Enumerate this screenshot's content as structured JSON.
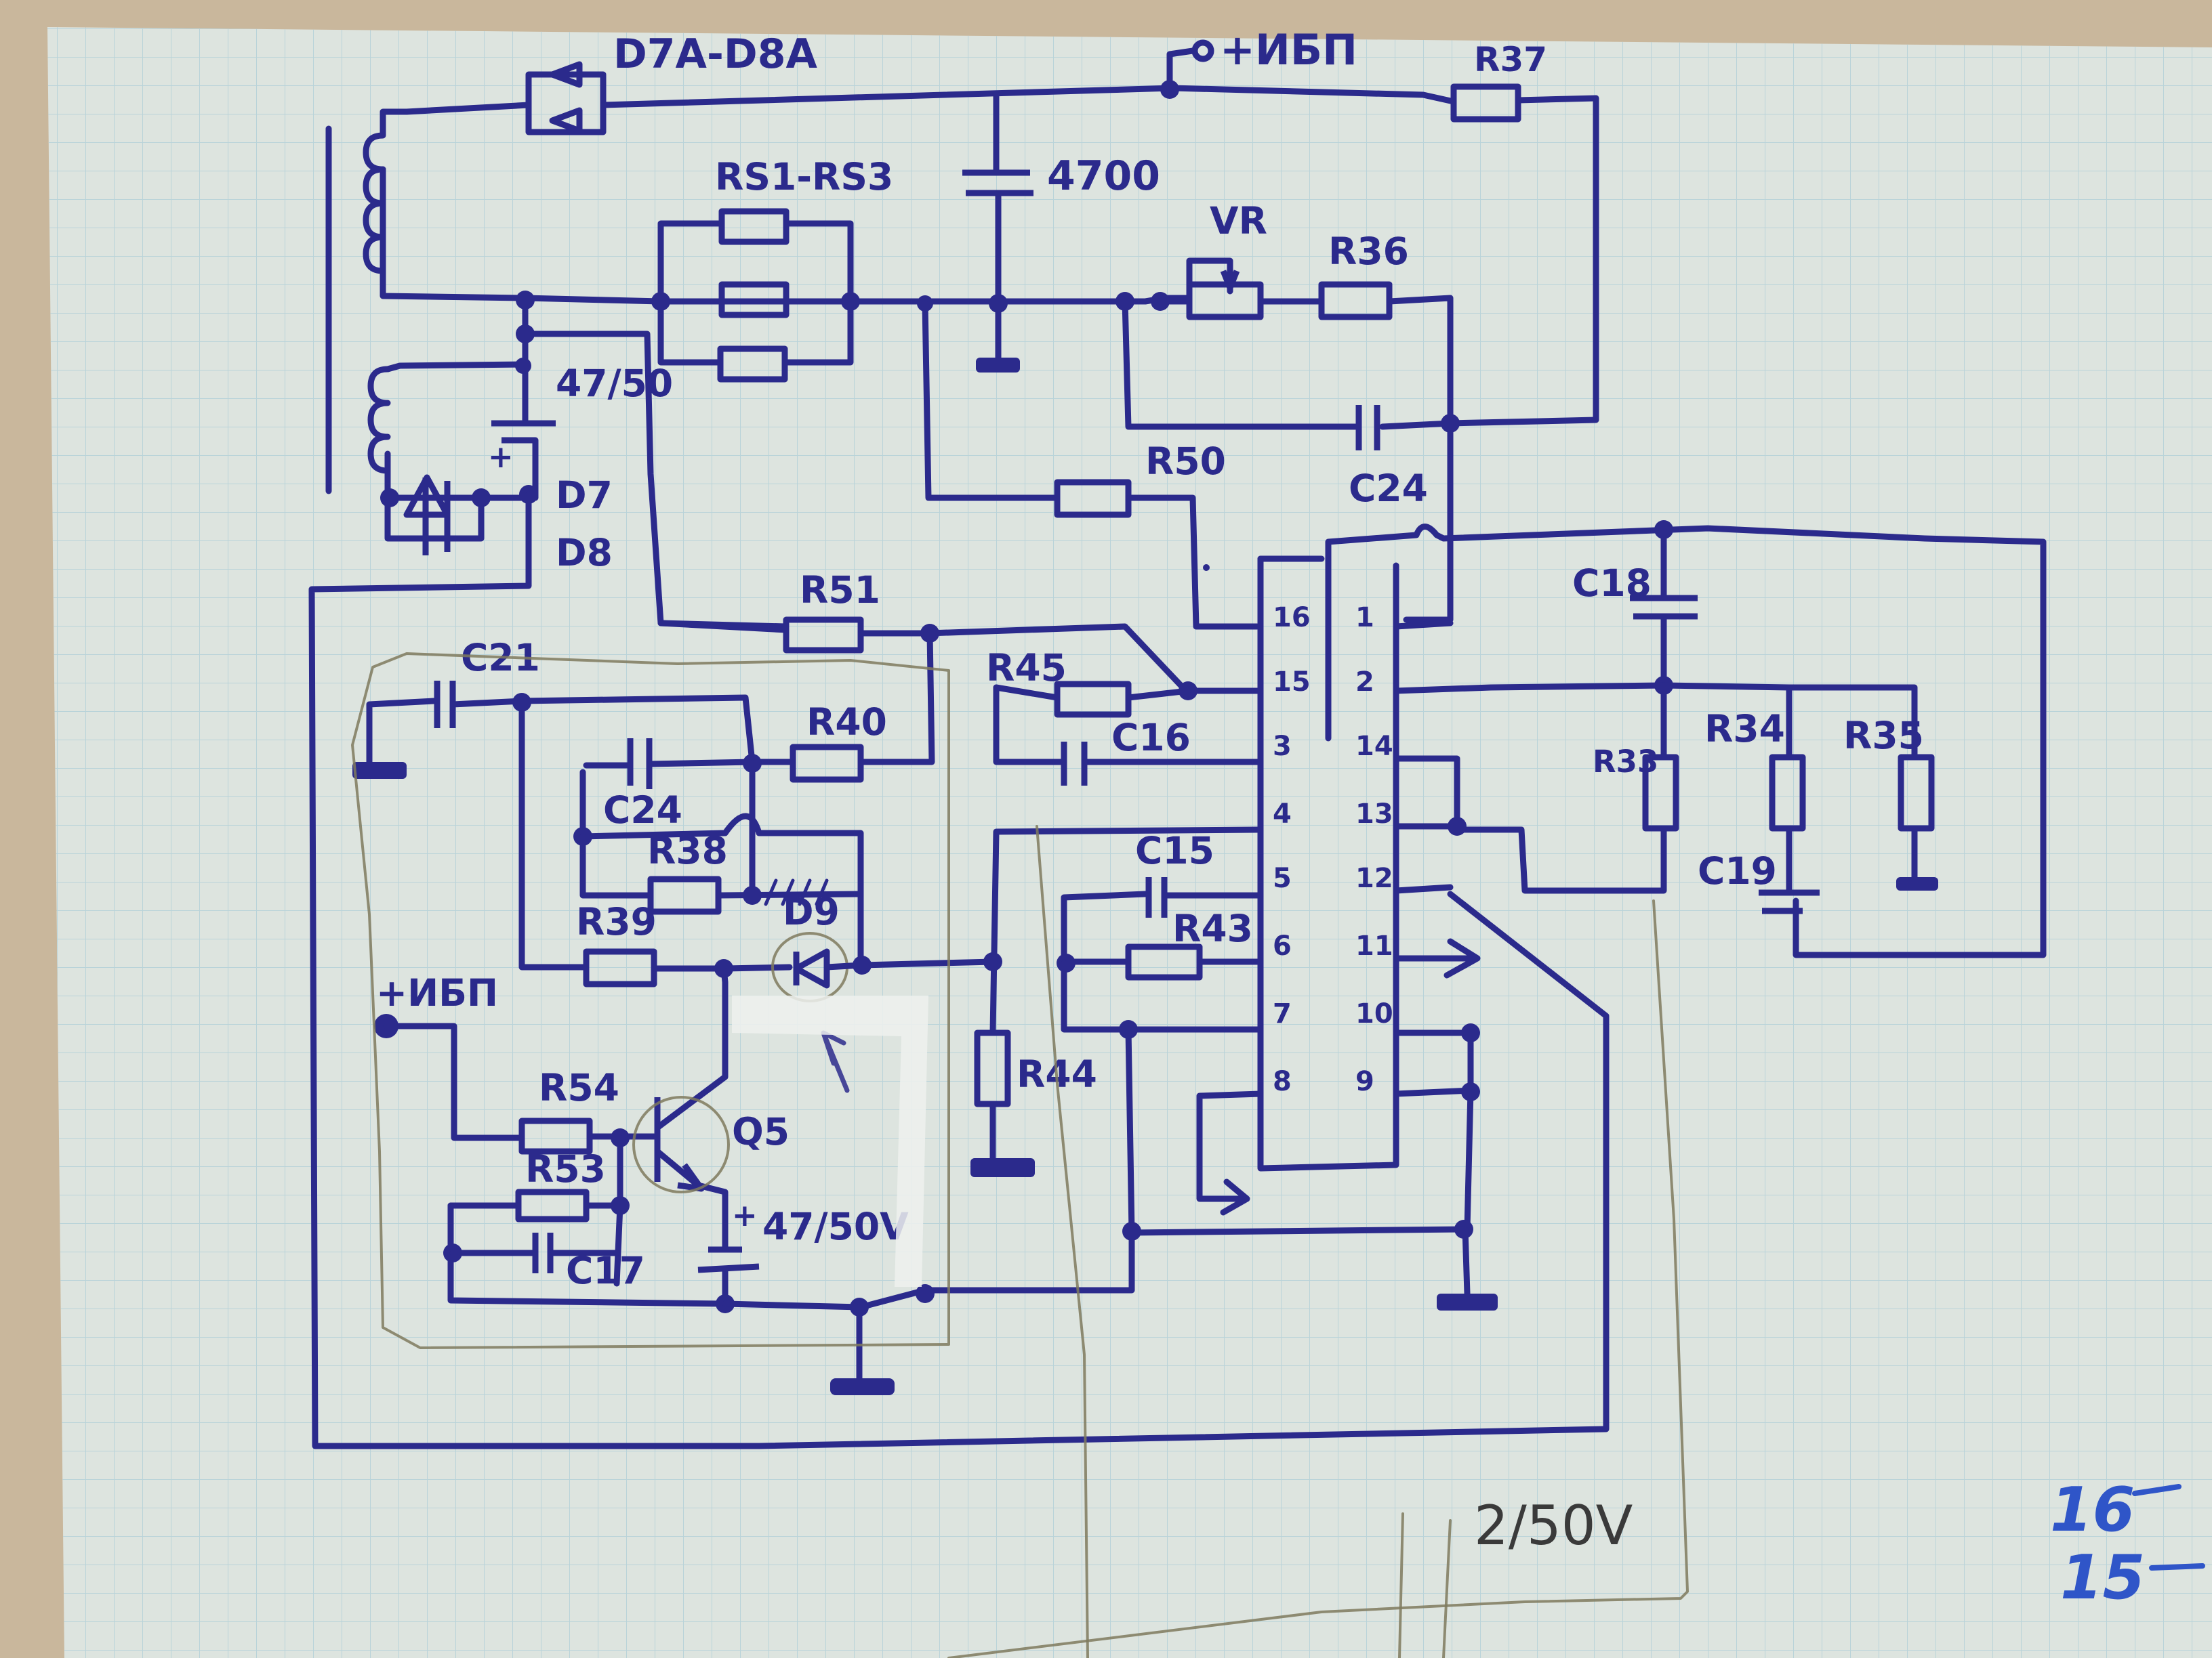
{
  "colors": {
    "ink": "#2b2a8c",
    "paper": "#dde4df",
    "grid": "#b9d3d9",
    "pencil": "#7f7a5e",
    "blue_note": "#2f55c8",
    "desk": "#c9b79c"
  },
  "labels": {
    "d7a_d8a": "D7A-D8A",
    "ibp_top": "+ИБП",
    "r37": "R37",
    "c4700": "4700",
    "rs_group": "RS1-RS3",
    "vr": "VR",
    "r36": "R36",
    "c47_50_top": "47/50",
    "d7": "D7",
    "d8": "D8",
    "r50": "R50",
    "c24_top": "C24",
    "c18": "C18",
    "r51": "R51",
    "c21": "C21",
    "r45": "R45",
    "c16": "C16",
    "r40": "R40",
    "c24_mid": "C24",
    "r38": "R38",
    "d9": "D9",
    "r39": "R39",
    "ibp_left": "+ИБП",
    "r54": "R54",
    "q5": "Q5",
    "r53": "R53",
    "c17": "C17",
    "c47_50_bottom": "47/50V",
    "r44": "R44",
    "c15": "C15",
    "r43": "R43",
    "r33": "R33",
    "r34": "R34",
    "r35": "R35",
    "c19": "C19",
    "pencil_cap": "2/50V"
  },
  "ic": {
    "pins_left": [
      "16",
      "15",
      "3",
      "4",
      "5",
      "6",
      "7",
      "8"
    ],
    "pins_right": [
      "1",
      "2",
      "14",
      "13",
      "12",
      "11",
      "10",
      "9"
    ]
  },
  "margin_notes": [
    "16",
    "15"
  ]
}
